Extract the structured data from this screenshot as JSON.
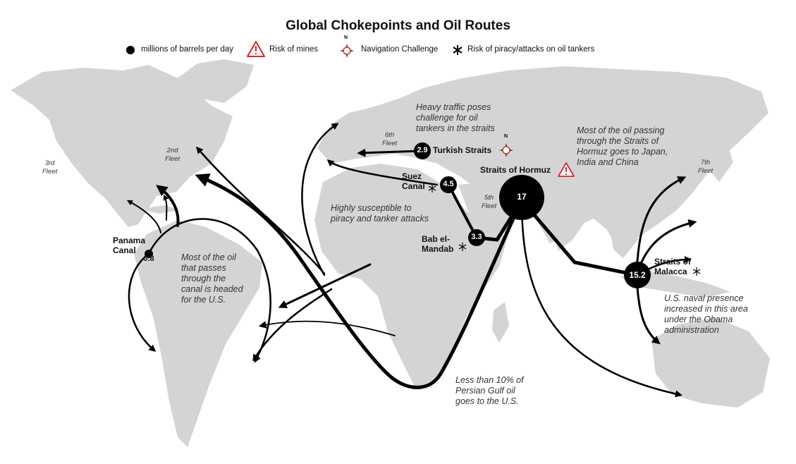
{
  "title": "Global Chokepoints and Oil Routes",
  "legend": {
    "barrels": "millions of barrels per day",
    "mines": "Risk of mines",
    "navigation": "Navigation Challenge",
    "piracy": "Risk of piracy/attacks on oil tankers",
    "compass_letter": "N"
  },
  "chokepoints": {
    "panama": {
      "name": "Panama\nCanal",
      "value": "0.8"
    },
    "turkish": {
      "name": "Turkish Straits",
      "value": "2.9"
    },
    "suez": {
      "name": "Suez\nCanal",
      "value": "4.5"
    },
    "hormuz": {
      "name": "Straits of Hormuz",
      "value": "17"
    },
    "bab": {
      "name": "Bab el-\nMandab",
      "value": "3.3"
    },
    "malacca": {
      "name": "Straits of\nMalacca",
      "value": "15.2"
    }
  },
  "notes": {
    "turkish": "Heavy traffic poses\nchallenge for oil\ntankers in the straits",
    "hormuz": "Most of the oil passing\nthrough the Straits of\nHormuz goes to Japan,\nIndia and China",
    "suez": "Highly susceptible to\npiracy and tanker attacks",
    "panama": "Most of the oil\nthat passes\nthrough the\ncanal is headed\nfor the U.S.",
    "malacca": "U.S. naval presence\nincreased in this area\nunder the Obama\nadministration",
    "gulf": "Less than 10% of\nPersian Gulf oil\ngoes to the U.S."
  },
  "fleets": {
    "third": "3rd\nFleet",
    "second": "2nd\nFleet",
    "sixth": "6th\nFleet",
    "fifth": "5th\nFleet",
    "seventh": "7th\nFleet"
  },
  "colors": {
    "land": "#d4d4d4",
    "route": "#000000",
    "warning": "#d9262c",
    "text": "#333333"
  }
}
